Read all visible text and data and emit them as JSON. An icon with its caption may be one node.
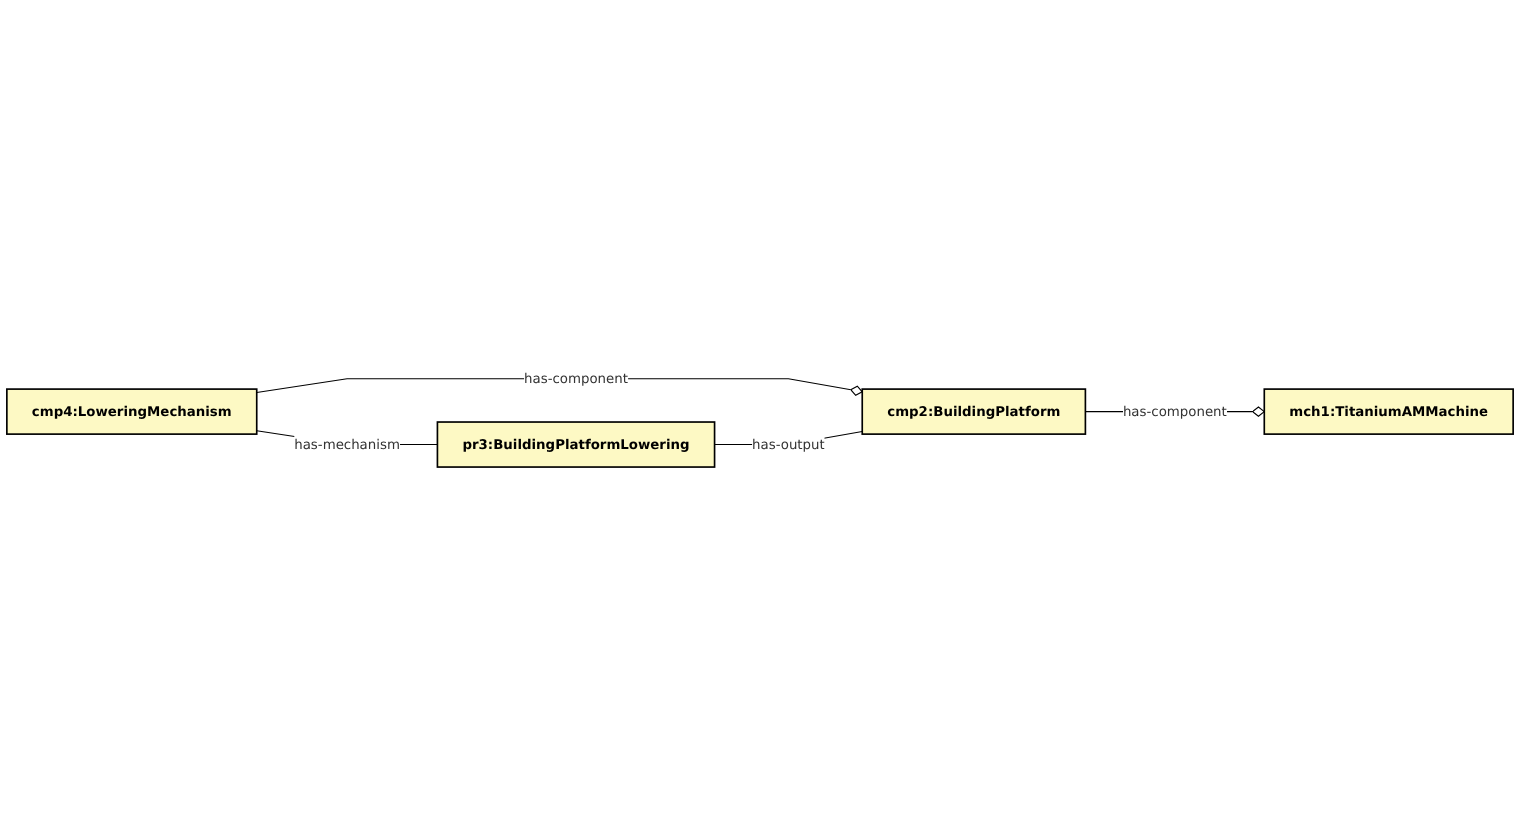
{
  "diagram": {
    "nodes": [
      {
        "text": [
          "cmp4:LoweringMechanism"
        ]
      },
      {
        "text": [
          "pr3:BuildingPlatformLowering"
        ]
      },
      {
        "text": [
          "cmp2:BuildingPlatform"
        ]
      },
      {
        "text": [
          "mch1:TitaniumAMMachine"
        ]
      }
    ],
    "edges": [
      {
        "from": 0,
        "to": 2,
        "arrow": "other",
        "label": "has-component"
      },
      {
        "from": 0,
        "to": 1,
        "arrow": "none",
        "label": "has-mechanism"
      },
      {
        "from": 1,
        "to": 2,
        "arrow": "none",
        "label": "has-output"
      },
      {
        "from": 2,
        "to": 3,
        "arrow": "other",
        "label": "has-component"
      }
    ]
  }
}
